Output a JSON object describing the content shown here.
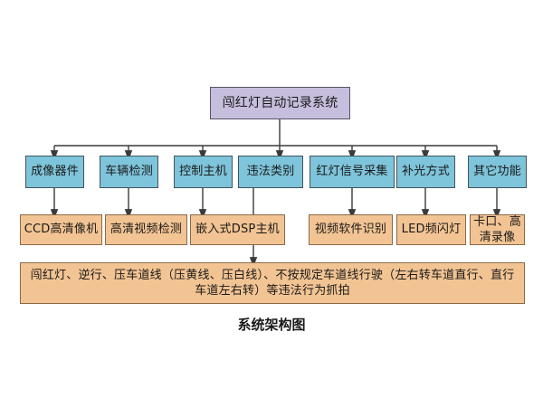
{
  "figure": {
    "caption": "系统架构图",
    "colors": {
      "root_fill": "#c7bedd",
      "level1_fill": "#7ec4da",
      "level2_fill": "#f3c493",
      "edge_stroke": "#3a3a3a",
      "background": "#ffffff"
    }
  },
  "root": {
    "label": "闯红灯自动记录系统"
  },
  "level1": [
    {
      "label": "成像器件"
    },
    {
      "label": "车辆检测"
    },
    {
      "label": "控制主机"
    },
    {
      "label": "违法类别"
    },
    {
      "label": "红灯信号采集"
    },
    {
      "label": "补光方式"
    },
    {
      "label": "其它功能"
    }
  ],
  "level2": [
    {
      "label": "CCD高清像机"
    },
    {
      "label": "高清视频检测"
    },
    {
      "label": "嵌入式DSP主机"
    },
    {
      "label": "视频软件识别"
    },
    {
      "label": "LED频闪灯"
    },
    {
      "label": "卡口、高清录像"
    }
  ],
  "detail": {
    "label": "闯红灯、逆行、压车道线（压黄线、压白线）、不按规定车道线行驶（左右转车道直行、直行车道左右转）等违法行为抓拍"
  }
}
